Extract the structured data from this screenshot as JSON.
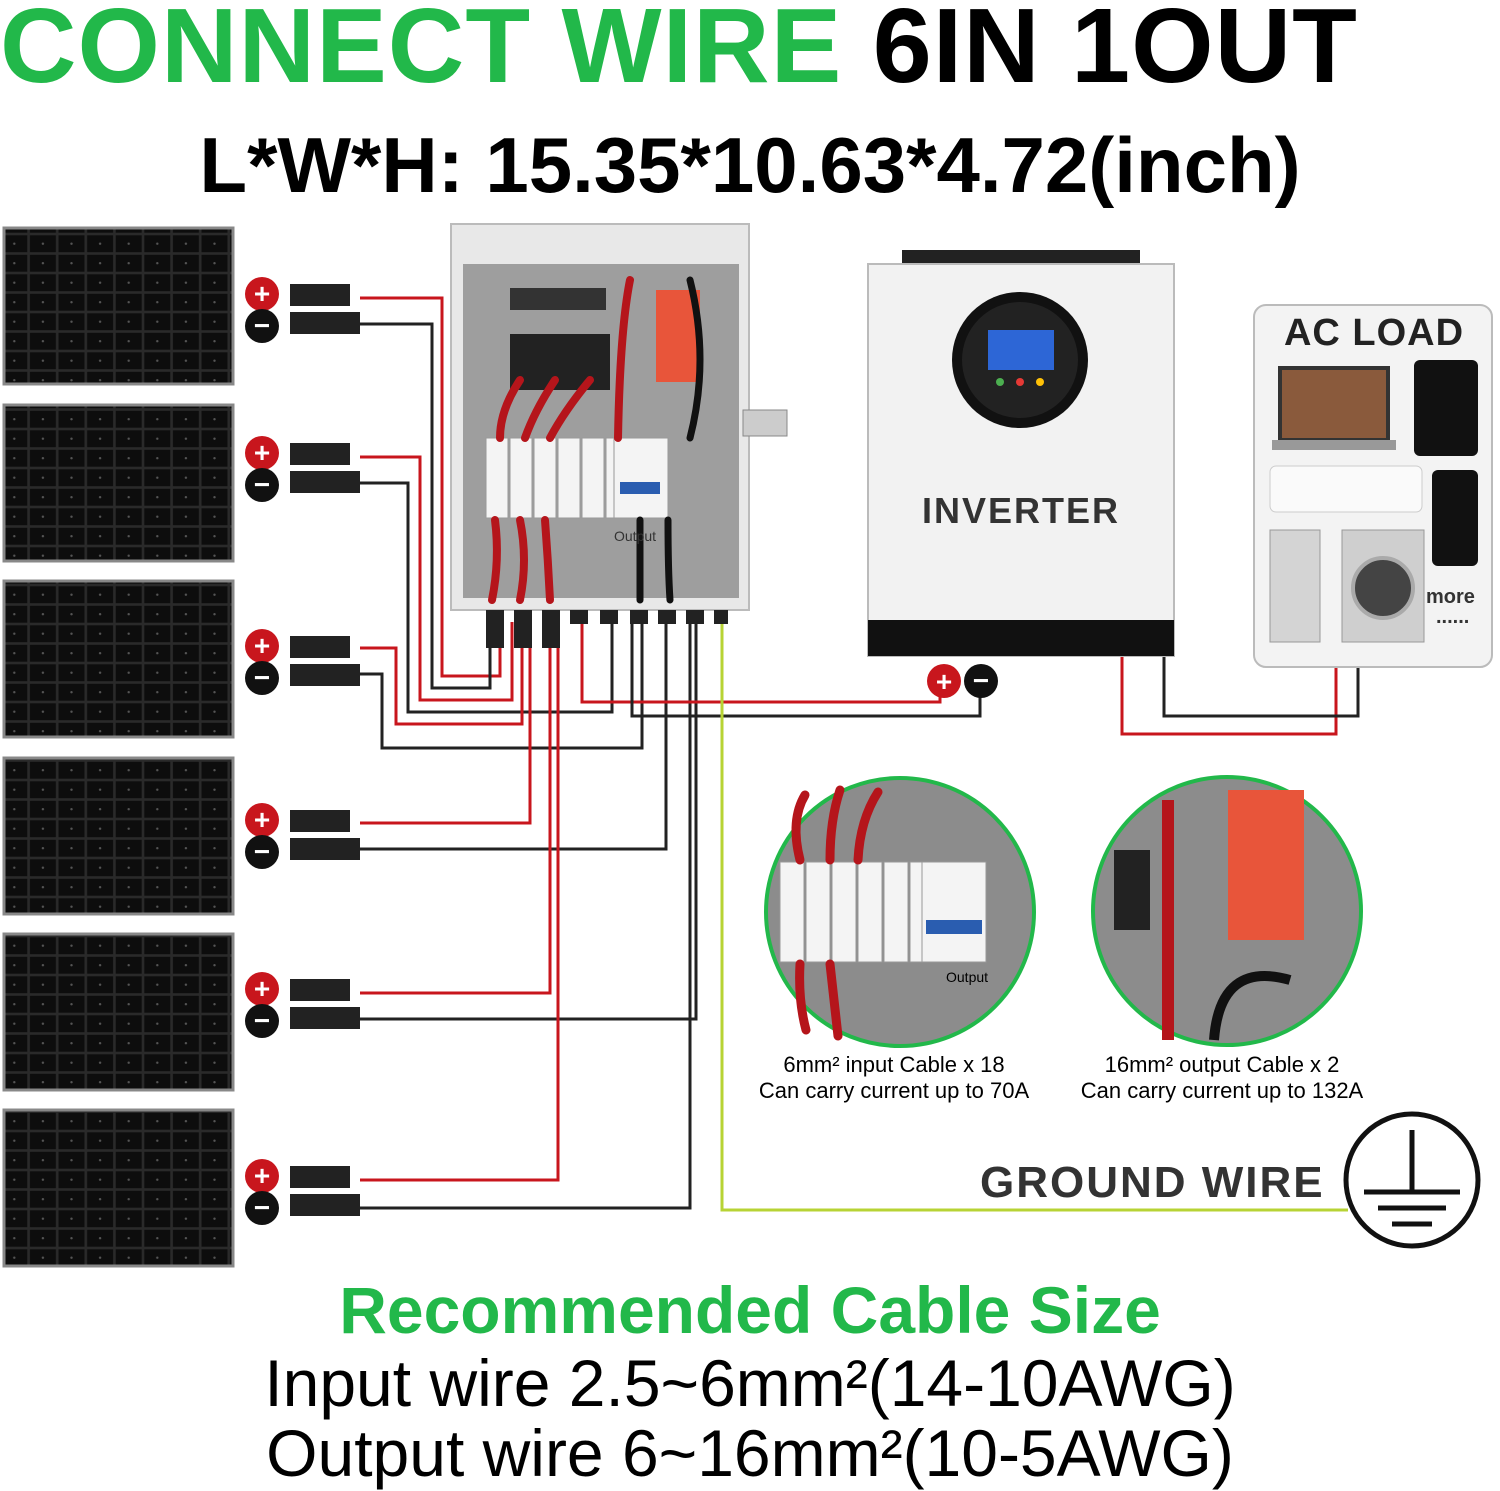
{
  "title": {
    "green": "CONNECT WIRE",
    "black": "6IN 1OUT"
  },
  "dimensions": "L*W*H: 15.35*10.63*4.72(inch)",
  "components": {
    "inverter_label": "INVERTER",
    "ac_load_label": "AC LOAD",
    "ac_more": "more",
    "ac_dots": "......",
    "ground_label": "GROUND WIRE",
    "breaker_output_label": "Output"
  },
  "cables": {
    "input": {
      "size_line": "6mm² input Cable x 18",
      "current_line": "Can carry current up to 70A"
    },
    "output": {
      "size_line": "16mm² output Cable x 2",
      "current_line": "Can carry current up to 132A"
    }
  },
  "recommendation": {
    "heading": "Recommended Cable Size",
    "input_wire": "Input wire 2.5~6mm²(14-10AWG)",
    "output_wire": "Output wire 6~16mm²(10-5AWG)"
  },
  "colors": {
    "green": "#22b84a",
    "positive_wire": "#c8161d",
    "negative_wire": "#222222",
    "ground_wire": "#b7d334"
  }
}
